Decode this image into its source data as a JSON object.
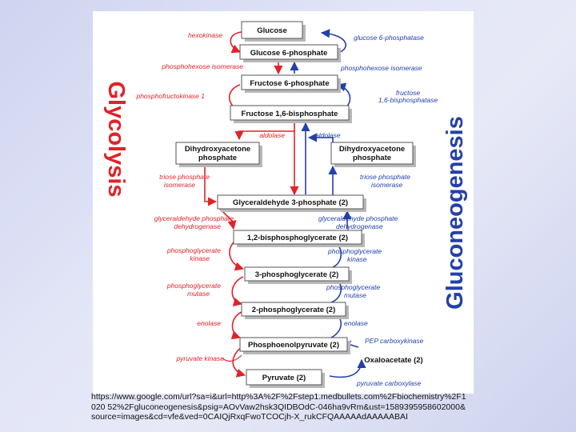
{
  "titles": {
    "left": "Glycolysis",
    "right": "Gluconeogenesis"
  },
  "colors": {
    "glycolysis": "#e0232a",
    "gluconeogenesis": "#2440a8",
    "box_border": "#555555",
    "box_fill": "#ffffff",
    "shadow": "#b8b8b8"
  },
  "metabolites": {
    "glucose": "Glucose",
    "g6p": "Glucose 6-phosphate",
    "f6p": "Fructose 6-phosphate",
    "f16bp": "Fructose 1,6-bisphosphate",
    "dhap_left_1": "Dihydroxyacetone",
    "dhap_left_2": "phosphate",
    "dhap_right_1": "Dihydroxyacetone",
    "dhap_right_2": "phosphate",
    "g3p": "Glyceraldehyde 3-phosphate (2)",
    "bpg": "1,2-bisphosphoglycerate (2)",
    "pg3": "3-phosphoglycerate (2)",
    "pg2": "2-phosphoglycerate (2)",
    "pep": "Phosphoenolpyruvate (2)",
    "oaa": "Oxaloacetate (2)",
    "pyr": "Pyruvate (2)"
  },
  "glycolysis_enzymes": {
    "hexokinase": "hexokinase",
    "pgi": "phosphohexose isomerase",
    "pfk": "phosphofructokinase 1",
    "aldolase": "aldolase",
    "tpi_1": "triose phosphate",
    "tpi_2": "isomerase",
    "gapdh_1": "glyceraldehyde phosphate",
    "gapdh_2": "dehydrogenase",
    "pgk_1": "phosphoglycerate",
    "pgk_2": "kinase",
    "pgm_1": "phosphoglycerate",
    "pgm_2": "mutase",
    "enolase": "enolase",
    "pk": "pyruvate kinase"
  },
  "gluconeogenesis_enzymes": {
    "g6pase": "glucose 6-phosphatase",
    "pgi": "phosphohexose isomerase",
    "fbpase_1": "fructose",
    "fbpase_2": "1,6-bisphosphatase",
    "aldolase": "aldolase",
    "tpi_1": "triose phosphate",
    "tpi_2": "isomerase",
    "gapdh_1": "glyceraldehyde phosphate",
    "gapdh_2": "dehydrogenase",
    "pgk_1": "phosphoglycerate",
    "pgk_2": "kinase",
    "pgm_1": "phosphoglycerate",
    "pgm_2": "mutase",
    "enolase": "enolase",
    "pepck": "PEP carboxykinase",
    "pc": "pyruvate carboxylase"
  },
  "caption": "https://www.google.com/url?sa=i&url=http%3A%2F%2Fstep1.medbullets.com%2Fbiochemistry%2F1020 52%2Fgluconeogenesis&psig=AOvVaw2hsk3QIDBOdC-046ha9vRm&ust=1589395958602000&source=images&cd=vfe&ved=0CAIQjRxqFwoTCOCjh-X_rukCFQAAAAAdAAAAABAI"
}
